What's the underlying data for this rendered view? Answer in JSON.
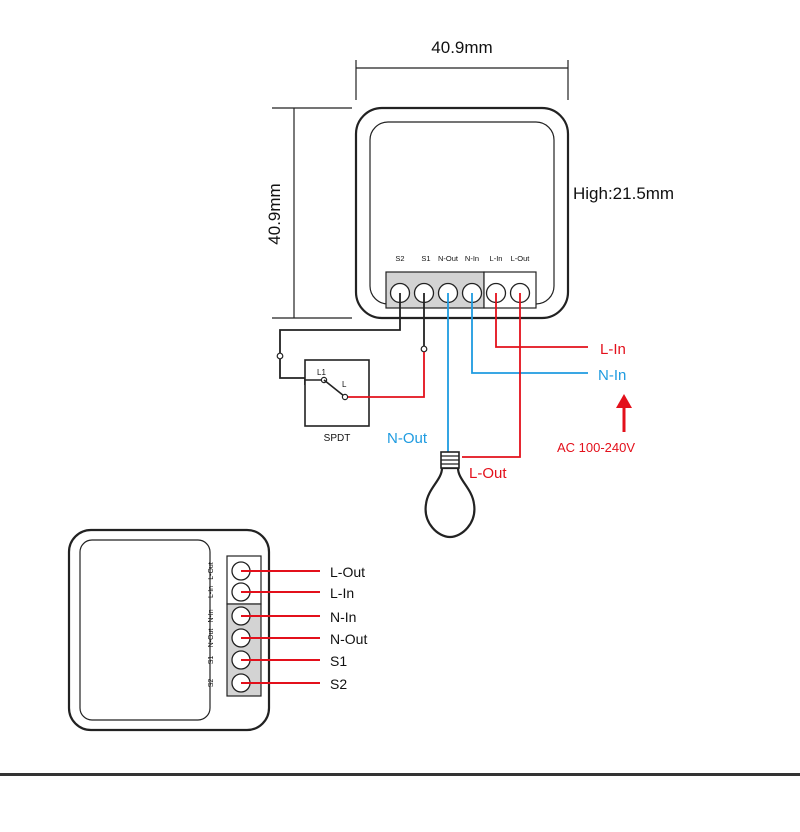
{
  "dimensions": {
    "width_label": "40.9mm",
    "height_label": "40.9mm",
    "depth_label": "High:21.5mm"
  },
  "terminals_top": [
    "S2",
    "S1",
    "N-Out",
    "N-In",
    "L-In",
    "L-Out"
  ],
  "terminals_side": [
    "L-Out",
    "L-In",
    "N-In",
    "N-Out",
    "S1",
    "S2"
  ],
  "wiring": {
    "l_in": "L-In",
    "n_in": "N-In",
    "n_out": "N-Out",
    "l_out": "L-Out",
    "supply": "AC 100-240V"
  },
  "switch": {
    "label": "SPDT",
    "pin_l1": "L1",
    "pin_l": "L"
  },
  "side_labels": [
    "L-Out",
    "L-In",
    "N-In",
    "N-Out",
    "S1",
    "S2"
  ],
  "colors": {
    "live": "#e3101b",
    "neutral": "#1e9be0",
    "outline": "#222222",
    "terminal_block": "#d3d3d3"
  }
}
